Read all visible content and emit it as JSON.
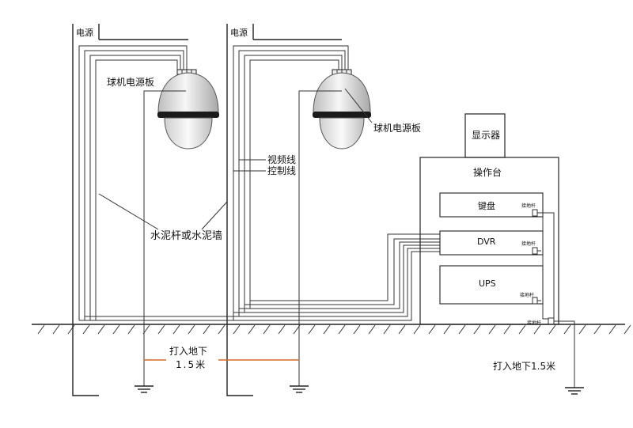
{
  "labels": {
    "power_left": "电源",
    "power_right": "电源",
    "dome_board_left": "球机电源板",
    "dome_board_right": "球机电源板",
    "pole_or_wall": "水泥杆或水泥墙",
    "video_line": "视频线",
    "control_line": "控制线",
    "monitor": "显示器",
    "console": "操作台",
    "keyboard": "键盘",
    "dvr": "DVR",
    "ups": "UPS",
    "ground_rod_1": "接地杆",
    "ground_rod_2": "接地杆",
    "ground_rod_3": "接地杆",
    "ground_rod_4": "接地杆",
    "drive_depth_line1": "打入地下",
    "drive_depth_line2": "1.5米",
    "drive_depth_right": "打入地下1.5米"
  },
  "colors": {
    "line": "#222222",
    "depth_marker": "#d4691e",
    "dome_body": "#e6e6e6",
    "dome_band": "#1a1a1a"
  }
}
